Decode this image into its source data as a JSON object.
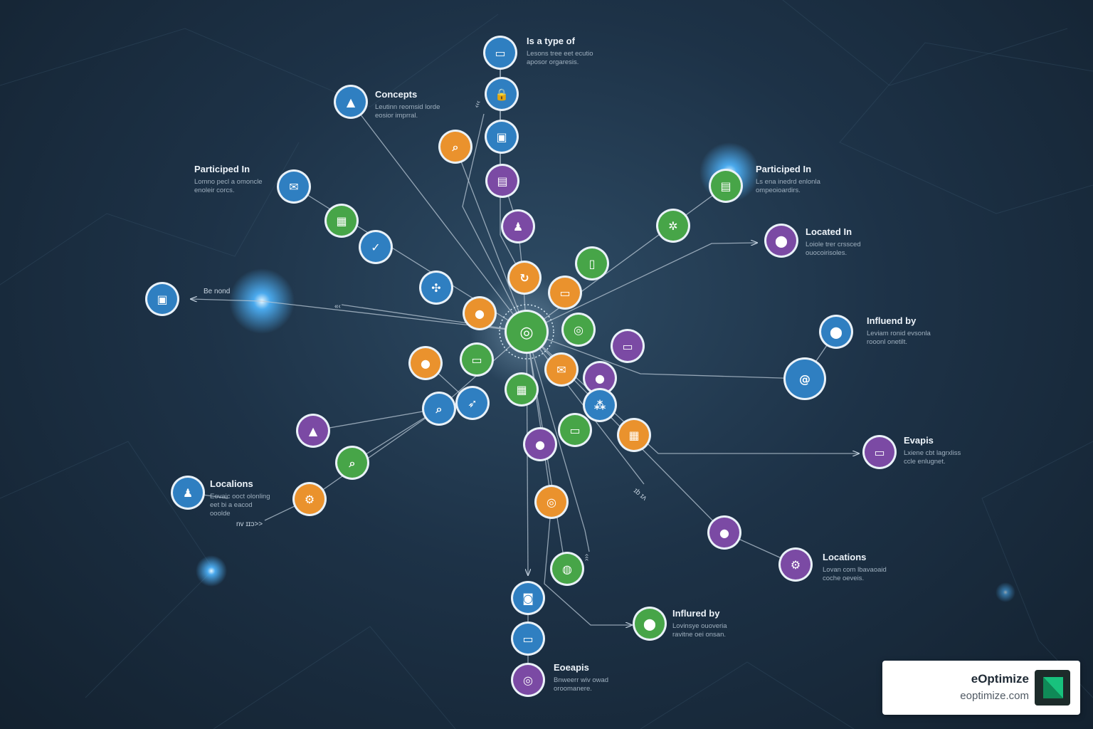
{
  "colors": {
    "blue": "#2f7fc1",
    "green": "#47a548",
    "orange": "#ea922d",
    "purple": "#7b4aa4",
    "line": "#b9c8d6",
    "glow": "#4fb6ff"
  },
  "nodes": [
    {
      "id": "hub",
      "color": "green",
      "icon": "hub-icon",
      "glyph": "◎",
      "size": "large"
    },
    {
      "id": "n-top-1",
      "color": "blue",
      "icon": "monitor-icon",
      "glyph": "▭"
    },
    {
      "id": "n-top-2",
      "color": "blue",
      "icon": "lock-icon",
      "glyph": "🔒"
    },
    {
      "id": "n-top-3",
      "color": "blue",
      "icon": "briefcase-icon",
      "glyph": "▣"
    },
    {
      "id": "n-top-4",
      "color": "purple",
      "icon": "presentation-icon",
      "glyph": "▤"
    },
    {
      "id": "n-top-5",
      "color": "purple",
      "icon": "group-icon",
      "glyph": "♟"
    },
    {
      "id": "n-concepts",
      "color": "blue",
      "icon": "chart-icon",
      "glyph": "▲"
    },
    {
      "id": "n-orange-1",
      "color": "orange",
      "icon": "search-user-icon",
      "glyph": "⌕"
    },
    {
      "id": "n-part-left",
      "color": "blue",
      "icon": "mail-icon",
      "glyph": "✉"
    },
    {
      "id": "n-green-1",
      "color": "green",
      "icon": "map-icon",
      "glyph": "▦"
    },
    {
      "id": "n-blue-1",
      "color": "blue",
      "icon": "check-shield-icon",
      "glyph": "✓"
    },
    {
      "id": "n-blue-2",
      "color": "blue",
      "icon": "network-icon",
      "glyph": "✣"
    },
    {
      "id": "n-briefcase",
      "color": "blue",
      "icon": "briefcase-icon",
      "glyph": "▣"
    },
    {
      "id": "n-orange-2",
      "color": "orange",
      "icon": "refresh-icon",
      "glyph": "↻"
    },
    {
      "id": "n-orange-3",
      "color": "orange",
      "icon": "message-icon",
      "glyph": "▭"
    },
    {
      "id": "n-orange-4",
      "color": "orange",
      "icon": "person-icon",
      "glyph": "●"
    },
    {
      "id": "n-green-2",
      "color": "green",
      "icon": "device-icon",
      "glyph": "▯"
    },
    {
      "id": "n-green-3",
      "color": "green",
      "icon": "target-icon",
      "glyph": "◎"
    },
    {
      "id": "n-purple-1",
      "color": "purple",
      "icon": "card-icon",
      "glyph": "▭"
    },
    {
      "id": "n-orange-5",
      "color": "orange",
      "icon": "person-icon",
      "glyph": "●"
    },
    {
      "id": "n-green-4",
      "color": "green",
      "icon": "screen-icon",
      "glyph": "▭"
    },
    {
      "id": "n-orange-6",
      "color": "orange",
      "icon": "envelope-icon",
      "glyph": "✉"
    },
    {
      "id": "n-purple-2",
      "color": "purple",
      "icon": "person-icon",
      "glyph": "●"
    },
    {
      "id": "n-green-5",
      "color": "green",
      "icon": "calendar-icon",
      "glyph": "▦"
    },
    {
      "id": "n-blue-3",
      "color": "blue",
      "icon": "search-icon",
      "glyph": "⌕"
    },
    {
      "id": "n-blue-4",
      "color": "blue",
      "icon": "rocket-icon",
      "glyph": "➶"
    },
    {
      "id": "n-blue-5",
      "color": "blue",
      "icon": "nodes-icon",
      "glyph": "⁂"
    },
    {
      "id": "n-purple-3",
      "color": "purple",
      "icon": "cap-icon",
      "glyph": "▲"
    },
    {
      "id": "n-green-6",
      "color": "green",
      "icon": "search-icon",
      "glyph": "⌕"
    },
    {
      "id": "n-locations-left",
      "color": "blue",
      "icon": "team-icon",
      "glyph": "♟"
    },
    {
      "id": "n-orange-7",
      "color": "orange",
      "icon": "gear-icon",
      "glyph": "⚙"
    },
    {
      "id": "n-purple-4",
      "color": "purple",
      "icon": "location-person-icon",
      "glyph": "●"
    },
    {
      "id": "n-green-7",
      "color": "green",
      "icon": "chat-icon",
      "glyph": "▭"
    },
    {
      "id": "n-orange-8",
      "color": "orange",
      "icon": "chart-icon",
      "glyph": "▦"
    },
    {
      "id": "n-orange-9",
      "color": "orange",
      "icon": "target-icon",
      "glyph": "◎"
    },
    {
      "id": "n-green-8",
      "color": "green",
      "icon": "globe-icon",
      "glyph": "◍"
    },
    {
      "id": "n-bottom-1",
      "color": "blue",
      "icon": "camera-icon",
      "glyph": "◙"
    },
    {
      "id": "n-bottom-2",
      "color": "blue",
      "icon": "chat-icon",
      "glyph": "▭"
    },
    {
      "id": "n-bottom-3",
      "color": "purple",
      "icon": "target-icon",
      "glyph": "◎"
    },
    {
      "id": "n-part-right",
      "color": "green",
      "icon": "document-icon",
      "glyph": "▤"
    },
    {
      "id": "n-green-9",
      "color": "green",
      "icon": "star-icon",
      "glyph": "✲"
    },
    {
      "id": "n-located",
      "color": "purple",
      "icon": "pin-icon",
      "glyph": "⬤"
    },
    {
      "id": "n-influ-right",
      "color": "blue",
      "icon": "pin-icon",
      "glyph": "⬤"
    },
    {
      "id": "n-blue-big",
      "color": "blue",
      "icon": "at-icon",
      "glyph": "@",
      "size": "medium"
    },
    {
      "id": "n-events",
      "color": "purple",
      "icon": "monitor-icon",
      "glyph": "▭"
    },
    {
      "id": "n-purple-5",
      "color": "purple",
      "icon": "person-pin-icon",
      "glyph": "●"
    },
    {
      "id": "n-locations-right",
      "color": "purple",
      "icon": "gear-icon",
      "glyph": "⚙"
    },
    {
      "id": "n-influ-bottom",
      "color": "green",
      "icon": "pin-icon",
      "glyph": "⬤"
    }
  ],
  "labels": [
    {
      "id": "lab-is-a-type-of",
      "title": "Is a type of",
      "lines": [
        "Lesons tree eet ecutio",
        "aposor orgaresis."
      ]
    },
    {
      "id": "lab-concepts",
      "title": "Concepts",
      "lines": [
        "Leutinn reomsid lorde",
        "eosior imprral."
      ]
    },
    {
      "id": "lab-participated-left",
      "title": "Participed In",
      "lines": [
        "Lomno pecl a omoncle",
        "enoleir corcs."
      ]
    },
    {
      "id": "lab-participated-right",
      "title": "Participed In",
      "lines": [
        "Ls ena inedrd enlonla",
        "ompeoioardirs."
      ]
    },
    {
      "id": "lab-located-in",
      "title": "Located In",
      "lines": [
        "Loiole trer crssced",
        "ouocoirisoles."
      ]
    },
    {
      "id": "lab-influenced-right",
      "title": "Influend by",
      "lines": [
        "Leviam ronid evsonla",
        "rooonl onetilt."
      ]
    },
    {
      "id": "lab-events",
      "title": "Evapis",
      "lines": [
        "Lxiene cbt lagrxliss",
        "ccle enlugnet."
      ]
    },
    {
      "id": "lab-locations-right",
      "title": "Locations",
      "lines": [
        "Lovan com lbavaoaid",
        "coche oeveis."
      ]
    },
    {
      "id": "lab-influenced-bottom",
      "title": "Influred by",
      "lines": [
        "Lovinsye ouoveria",
        "ravitne oei onsan."
      ]
    },
    {
      "id": "lab-events-bottom",
      "title": "Eoeapis",
      "lines": [
        "Bnweerr wiv owad",
        "oroomanere."
      ]
    },
    {
      "id": "lab-locations-left",
      "title": "Localions",
      "lines": [
        "Eovaic ooct olonling",
        "eet bi a eacod",
        "ooolde"
      ]
    }
  ],
  "small_labels": {
    "be_nond": "Be nond",
    "nv_mark": "nv ɪɪɔ>>",
    "ab_mark": "ɪb ɪʌ"
  },
  "brand_card": {
    "name": "eOptimize",
    "url": "eoptimize.com"
  }
}
